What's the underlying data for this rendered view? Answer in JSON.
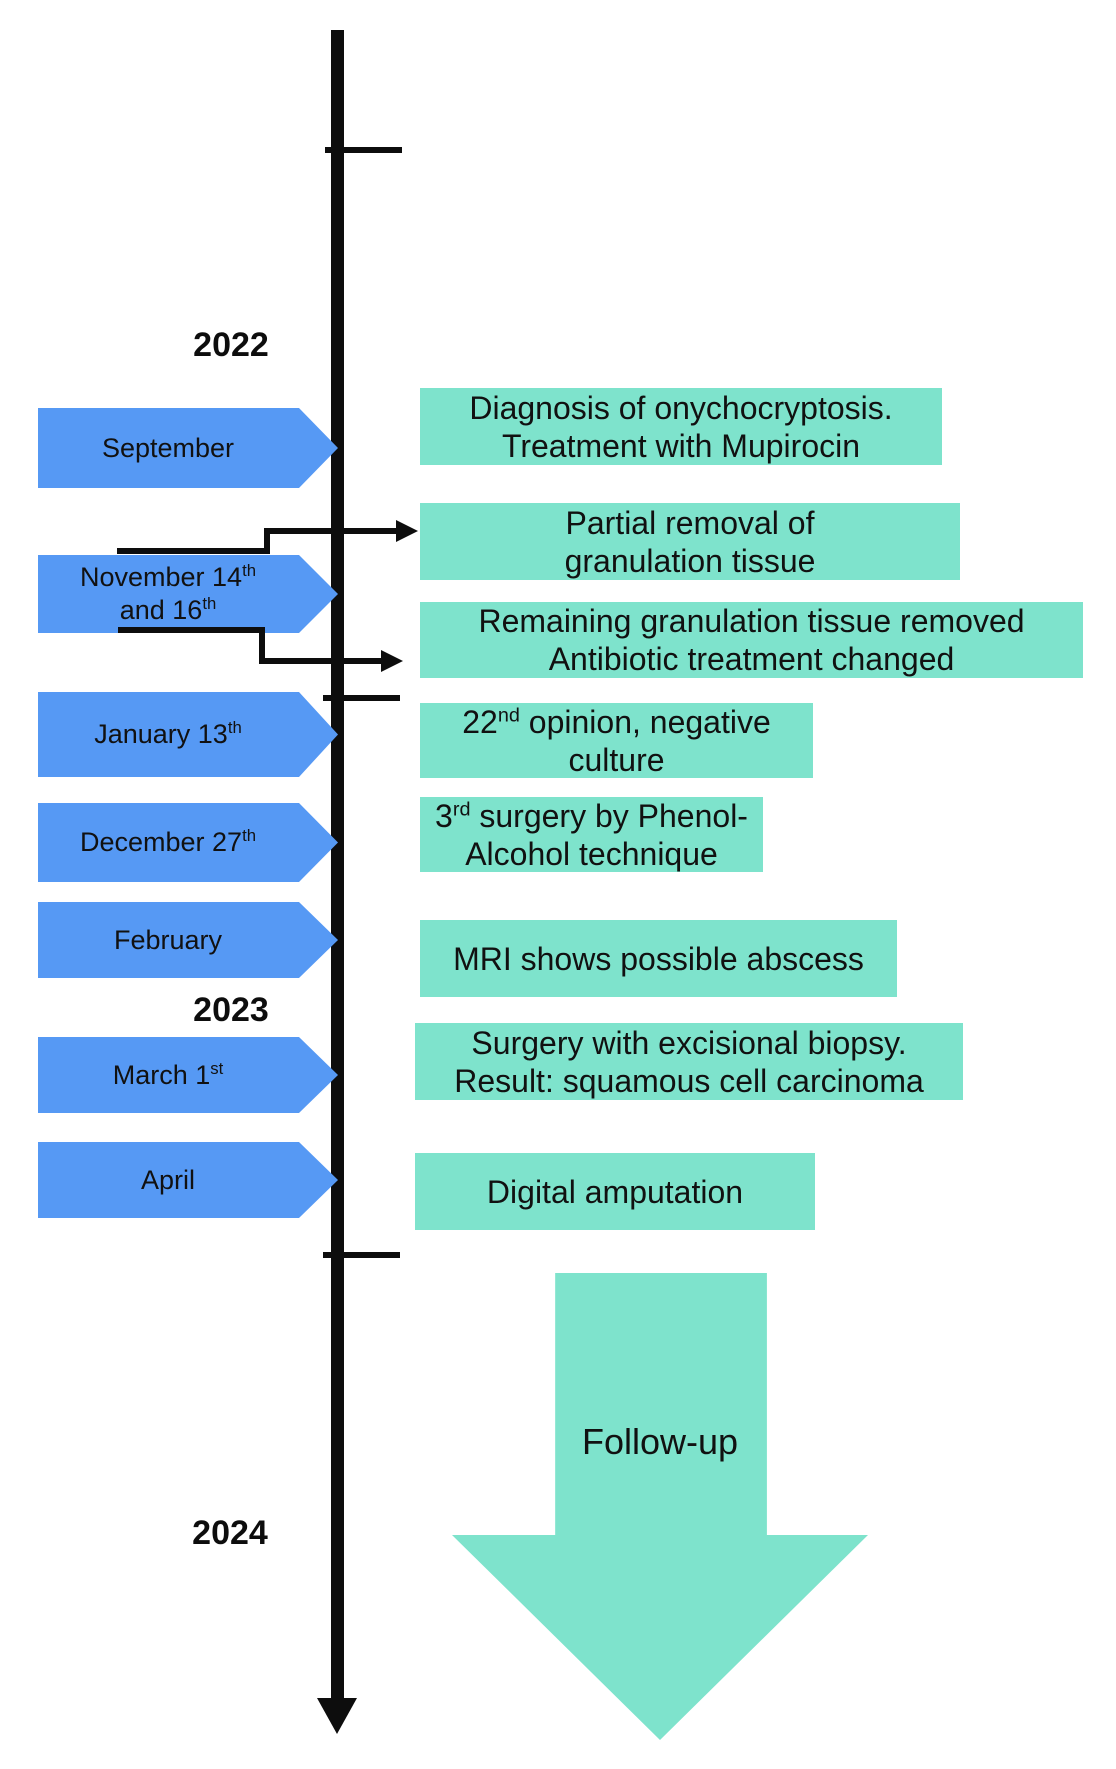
{
  "colors": {
    "date_arrow_blue": "#5699f4",
    "event_box_teal": "#7ee3cc",
    "timeline_black": "#0d0d0d"
  },
  "years": [
    {
      "label": "2022"
    },
    {
      "label": "2023"
    },
    {
      "label": "2024"
    }
  ],
  "date_arrows": [
    {
      "id": "september",
      "line1": {
        "pre": "September",
        "sup": "",
        "rest": ""
      }
    },
    {
      "id": "november",
      "line1": {
        "pre": "November 14",
        "sup": "th",
        "rest": ""
      },
      "line2": {
        "pre": "and 16",
        "sup": "th",
        "rest": ""
      }
    },
    {
      "id": "january",
      "line1": {
        "pre": "January 13",
        "sup": "th",
        "rest": ""
      }
    },
    {
      "id": "december",
      "line1": {
        "pre": "December 27",
        "sup": "th",
        "rest": ""
      }
    },
    {
      "id": "february",
      "line1": {
        "pre": "February",
        "sup": "",
        "rest": ""
      }
    },
    {
      "id": "march",
      "line1": {
        "pre": "March 1",
        "sup": "st",
        "rest": ""
      }
    },
    {
      "id": "april",
      "line1": {
        "pre": "April",
        "sup": "",
        "rest": ""
      }
    }
  ],
  "event_boxes": [
    {
      "id": "diagnosis",
      "line1": {
        "pre": "Diagnosis of onychocryptosis.",
        "sup": "",
        "rest": ""
      },
      "line2": {
        "pre": "Treatment with Mupirocin",
        "sup": "",
        "rest": ""
      }
    },
    {
      "id": "partial",
      "line1": {
        "pre": "Partial removal of",
        "sup": "",
        "rest": ""
      },
      "line2": {
        "pre": "granulation tissue",
        "sup": "",
        "rest": ""
      }
    },
    {
      "id": "remaining",
      "line1": {
        "pre": "Remaining granulation tissue removed",
        "sup": "",
        "rest": ""
      },
      "line2": {
        "pre": "Antibiotic treatment changed",
        "sup": "",
        "rest": ""
      }
    },
    {
      "id": "opinion",
      "line1": {
        "pre": "22",
        "sup": "nd",
        "rest": " opinion, negative"
      },
      "line2": {
        "pre": "culture",
        "sup": "",
        "rest": ""
      }
    },
    {
      "id": "surgery3",
      "line1": {
        "pre": "3",
        "sup": "rd",
        "rest": " surgery by Phenol-"
      },
      "line2": {
        "pre": "Alcohol technique",
        "sup": "",
        "rest": ""
      }
    },
    {
      "id": "mri",
      "line1": {
        "pre": "MRI shows possible abscess",
        "sup": "",
        "rest": ""
      }
    },
    {
      "id": "biopsy",
      "line1": {
        "pre": "Surgery with excisional biopsy.",
        "sup": "",
        "rest": ""
      },
      "line2": {
        "pre": "Result: squamous cell carcinoma",
        "sup": "",
        "rest": ""
      }
    },
    {
      "id": "amputation",
      "line1": {
        "pre": "Digital amputation",
        "sup": "",
        "rest": ""
      }
    }
  ],
  "followup": {
    "label": "Follow-up"
  }
}
